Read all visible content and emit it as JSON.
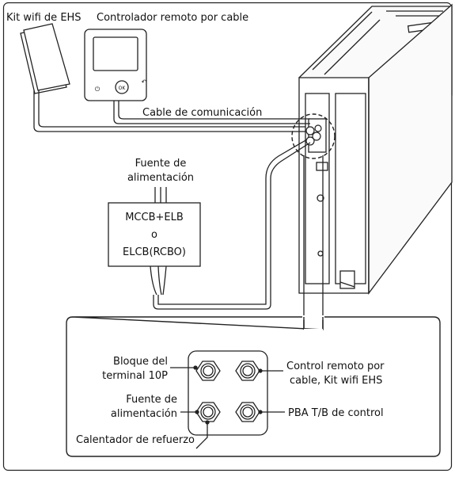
{
  "labels": {
    "kit_wifi": "Kit wifi de EHS",
    "remote_controller": "Controlador remoto por cable",
    "comm_cable": "Cable de comunicación",
    "power_source_line1": "Fuente de",
    "power_source_line2": "alimentación",
    "breaker_line1": "MCCB+ELB",
    "breaker_line2": "o",
    "breaker_line3": "ELCB(RCBO)"
  },
  "detail": {
    "terminal_block_line1": "Bloque del",
    "terminal_block_line2": "terminal 10P",
    "power_line1": "Fuente de",
    "power_line2": "alimentación",
    "heater": "Calentador de refuerzo",
    "remote_line1": "Control remoto por",
    "remote_line2": "cable, Kit wifi EHS",
    "pba": "PBA T/B de control"
  },
  "controller_buttons": {
    "ok": "OK",
    "power": "⏻",
    "back": "↶"
  }
}
